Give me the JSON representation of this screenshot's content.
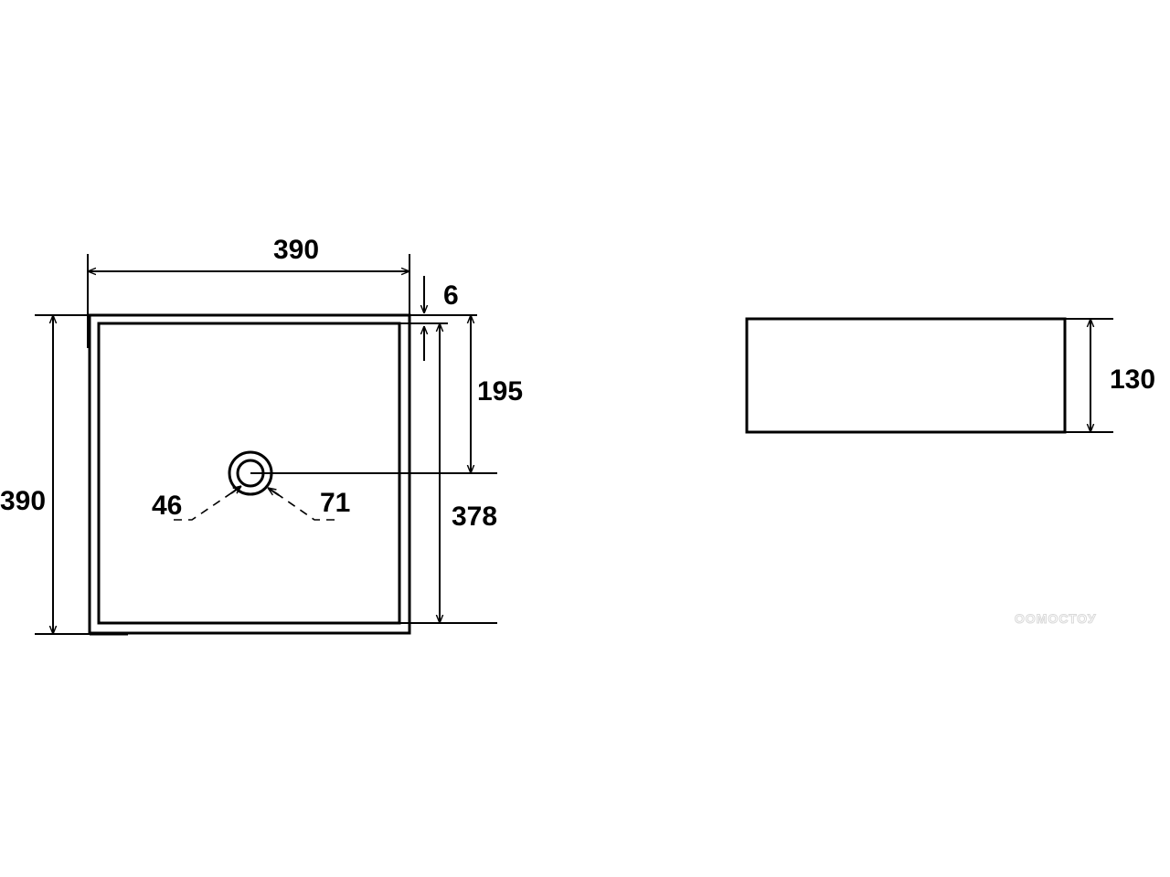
{
  "drawing": {
    "top_view": {
      "width_label": "390",
      "height_label": "390",
      "wall_label": "6",
      "drain_offset_label": "195",
      "inner_depth_label": "378",
      "drain_inner_label": "46",
      "drain_outer_label": "71"
    },
    "side_view": {
      "height_label": "130"
    },
    "watermark": "ООМОСТОУ"
  }
}
